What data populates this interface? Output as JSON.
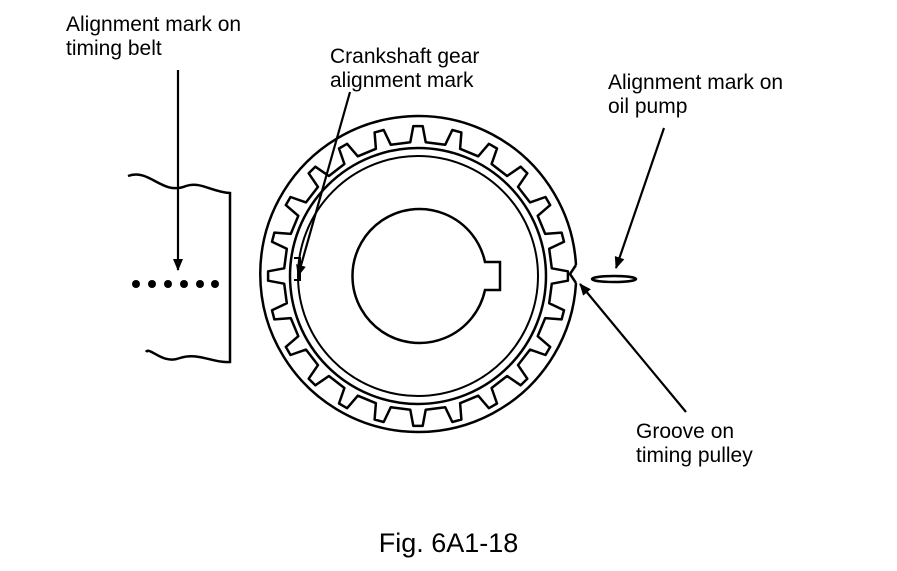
{
  "labels": {
    "belt_mark": [
      "Alignment mark on",
      "timing belt"
    ],
    "crank_mark": [
      "Crankshaft gear",
      "alignment mark"
    ],
    "oil_mark": [
      "Alignment mark on",
      "oil pump"
    ],
    "groove": [
      "Groove on",
      "timing pulley"
    ]
  },
  "caption": "Fig. 6A1-18"
}
